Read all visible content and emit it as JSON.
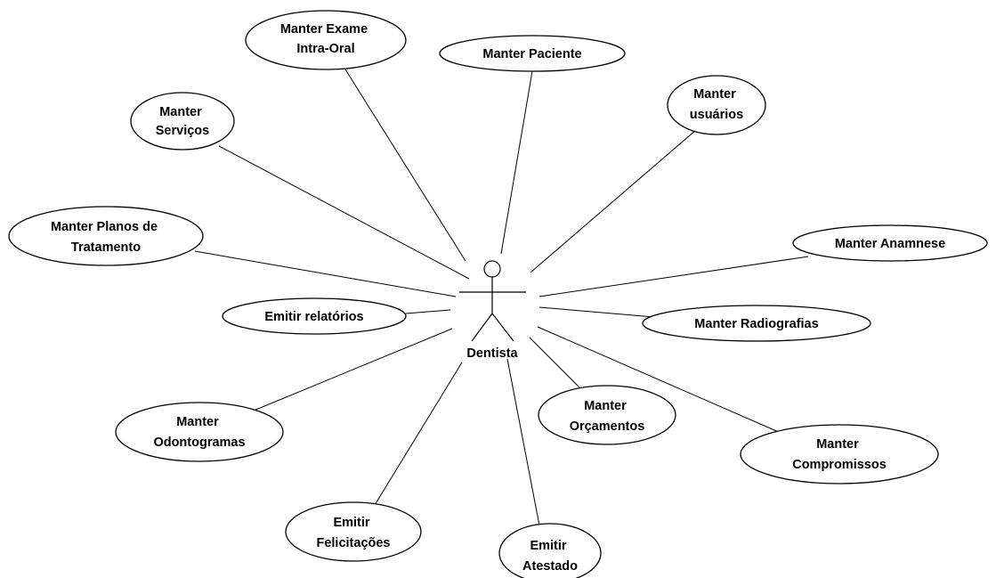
{
  "actor": {
    "name": "Dentista"
  },
  "use_cases": [
    {
      "id": "exame",
      "lines": [
        "Manter Exame",
        "Intra-Oral"
      ]
    },
    {
      "id": "paciente",
      "lines": [
        "Manter Paciente"
      ]
    },
    {
      "id": "usuarios",
      "lines": [
        "Manter",
        "usuários"
      ]
    },
    {
      "id": "servicos",
      "lines": [
        "Manter",
        "Serviços"
      ]
    },
    {
      "id": "planos",
      "lines": [
        "Manter Planos de",
        "Tratamento"
      ]
    },
    {
      "id": "anamnese",
      "lines": [
        "Manter Anamnese"
      ]
    },
    {
      "id": "relatorios",
      "lines": [
        "Emitir relatórios"
      ]
    },
    {
      "id": "radiografias",
      "lines": [
        "Manter Radiografias"
      ]
    },
    {
      "id": "odontogramas",
      "lines": [
        "Manter",
        "Odontogramas"
      ]
    },
    {
      "id": "orcamentos",
      "lines": [
        "Manter",
        "Orçamentos"
      ]
    },
    {
      "id": "compromissos",
      "lines": [
        "Manter",
        "Compromissos"
      ]
    },
    {
      "id": "felicitacoes",
      "lines": [
        "Emitir",
        "Felicitações"
      ]
    },
    {
      "id": "atestado",
      "lines": [
        "Emitir",
        "Atestado"
      ]
    }
  ]
}
